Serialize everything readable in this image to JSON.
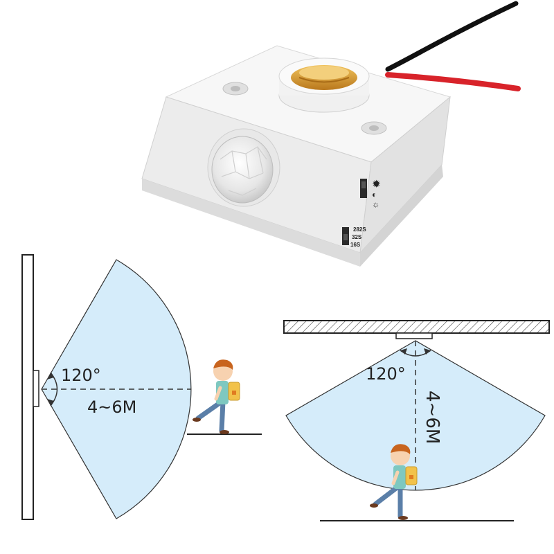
{
  "product": {
    "switch_labels": [
      "282S",
      "32S",
      "16S"
    ],
    "light_mode_icons": [
      "sun-icon",
      "moon-icon",
      "sun-outline-icon"
    ]
  },
  "wall_mount": {
    "angle_label": "120°",
    "distance_label": "4~6M"
  },
  "ceiling_mount": {
    "angle_label": "120°",
    "distance_label": "4~6M"
  },
  "colors": {
    "coverage": "#d5ecfa",
    "housing": "#f4f4f4",
    "wire_red": "#d8232a",
    "wire_black": "#111111",
    "socket_brass": "#d89a2c",
    "child_hair": "#c8641e",
    "child_shirt": "#7ec8c0",
    "backpack": "#f2c24a",
    "pants": "#5b7fa8"
  }
}
